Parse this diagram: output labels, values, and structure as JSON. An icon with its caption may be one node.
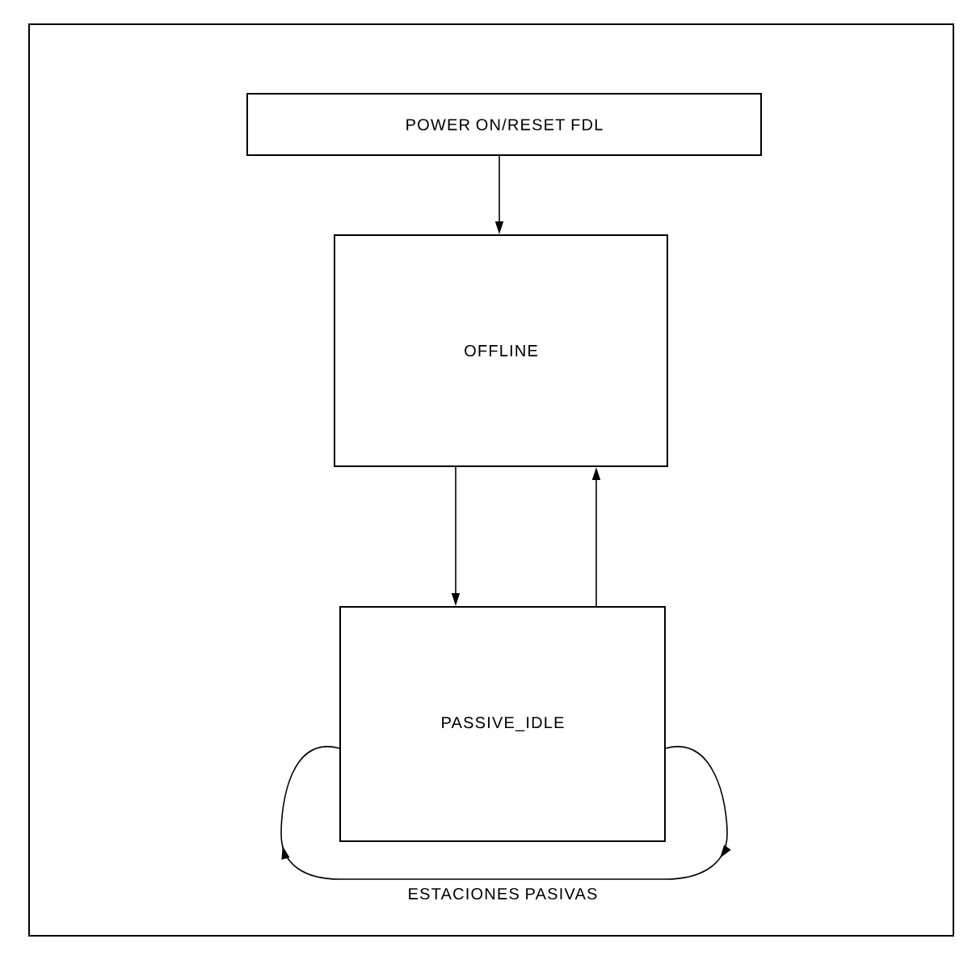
{
  "diagram": {
    "nodes": [
      {
        "text": [
          "POWER ON/RESET FDL"
        ]
      },
      {
        "text": [
          "OFFLINE"
        ]
      },
      {
        "text": [
          "PASSIVE_IDLE"
        ]
      }
    ],
    "edges": [
      {
        "from": 0,
        "to": 1,
        "arrow": "to"
      },
      {
        "from": 1,
        "to": 2,
        "arrow": "to"
      },
      {
        "from": 2,
        "to": 1,
        "arrow": "to"
      },
      {
        "from": 2,
        "to": 2,
        "arrow": "to"
      }
    ],
    "labels": [
      "ESTACIONES PASIVAS"
    ]
  }
}
